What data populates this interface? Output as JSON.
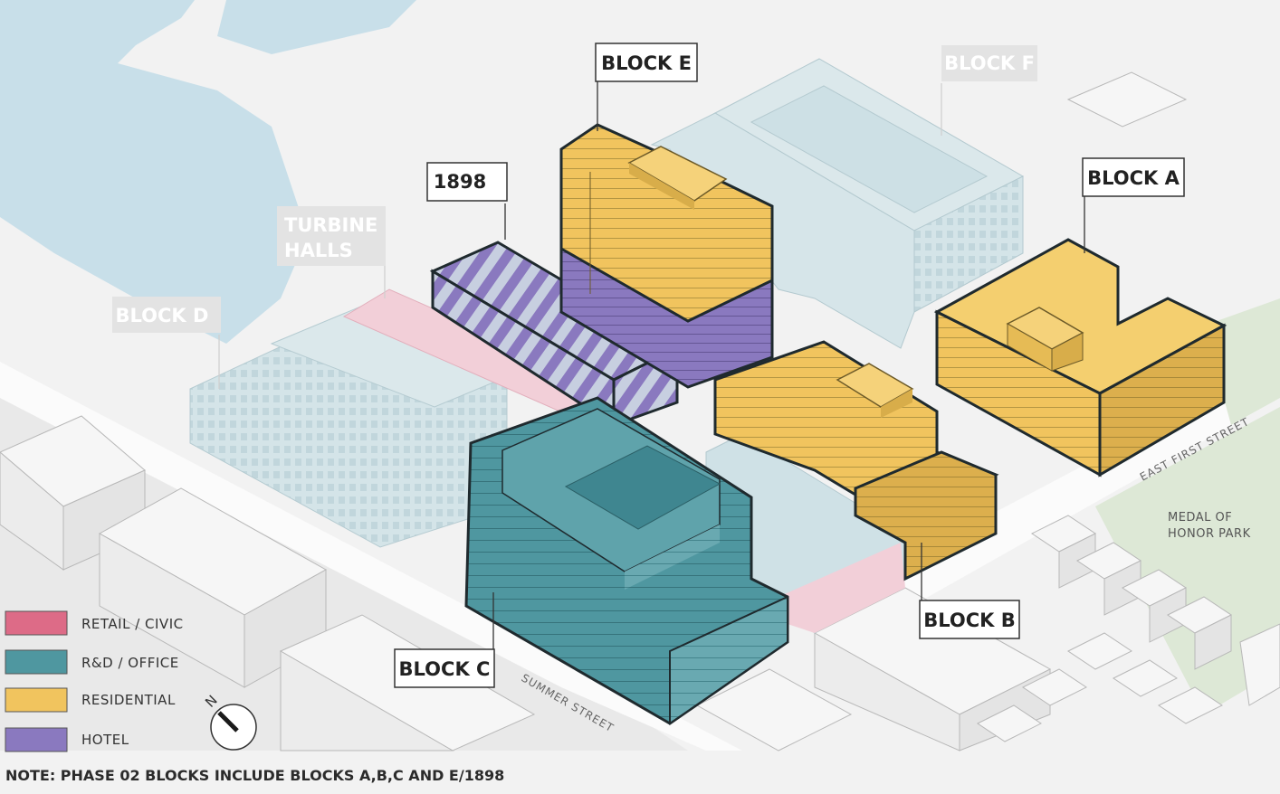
{
  "labels": {
    "block_e": "BLOCK E",
    "block_f": "BLOCK F",
    "block_a": "BLOCK A",
    "block_b": "BLOCK B",
    "block_c": "BLOCK C",
    "block_d": "BLOCK D",
    "b1898": "1898",
    "turbine_1": "TURBINE",
    "turbine_2": "HALLS"
  },
  "streets": {
    "summer": "SUMMER STREET",
    "east_first": "EAST FIRST STREET"
  },
  "park": {
    "line1": "MEDAL OF",
    "line2": "HONOR PARK"
  },
  "legend": [
    {
      "label": "RETAIL / CIVIC",
      "color": "#dd6b87"
    },
    {
      "label": "R&D / OFFICE",
      "color": "#4f97a0"
    },
    {
      "label": "RESIDENTIAL",
      "color": "#f1c45e"
    },
    {
      "label": "HOTEL",
      "color": "#8a79bf"
    }
  ],
  "north_arrow": "N",
  "note": "NOTE: PHASE 02 BLOCKS INCLUDE BLOCKS A,B,C AND E/1898",
  "colors": {
    "water": "#c8dfe9",
    "ground": "#f2f2f2",
    "road": "#fbfbfb",
    "park": "#dde8d6",
    "context_bldg": "#eeeeee",
    "ghost_bldg": "#cfe1e6",
    "outline": "#1f2a2e"
  }
}
